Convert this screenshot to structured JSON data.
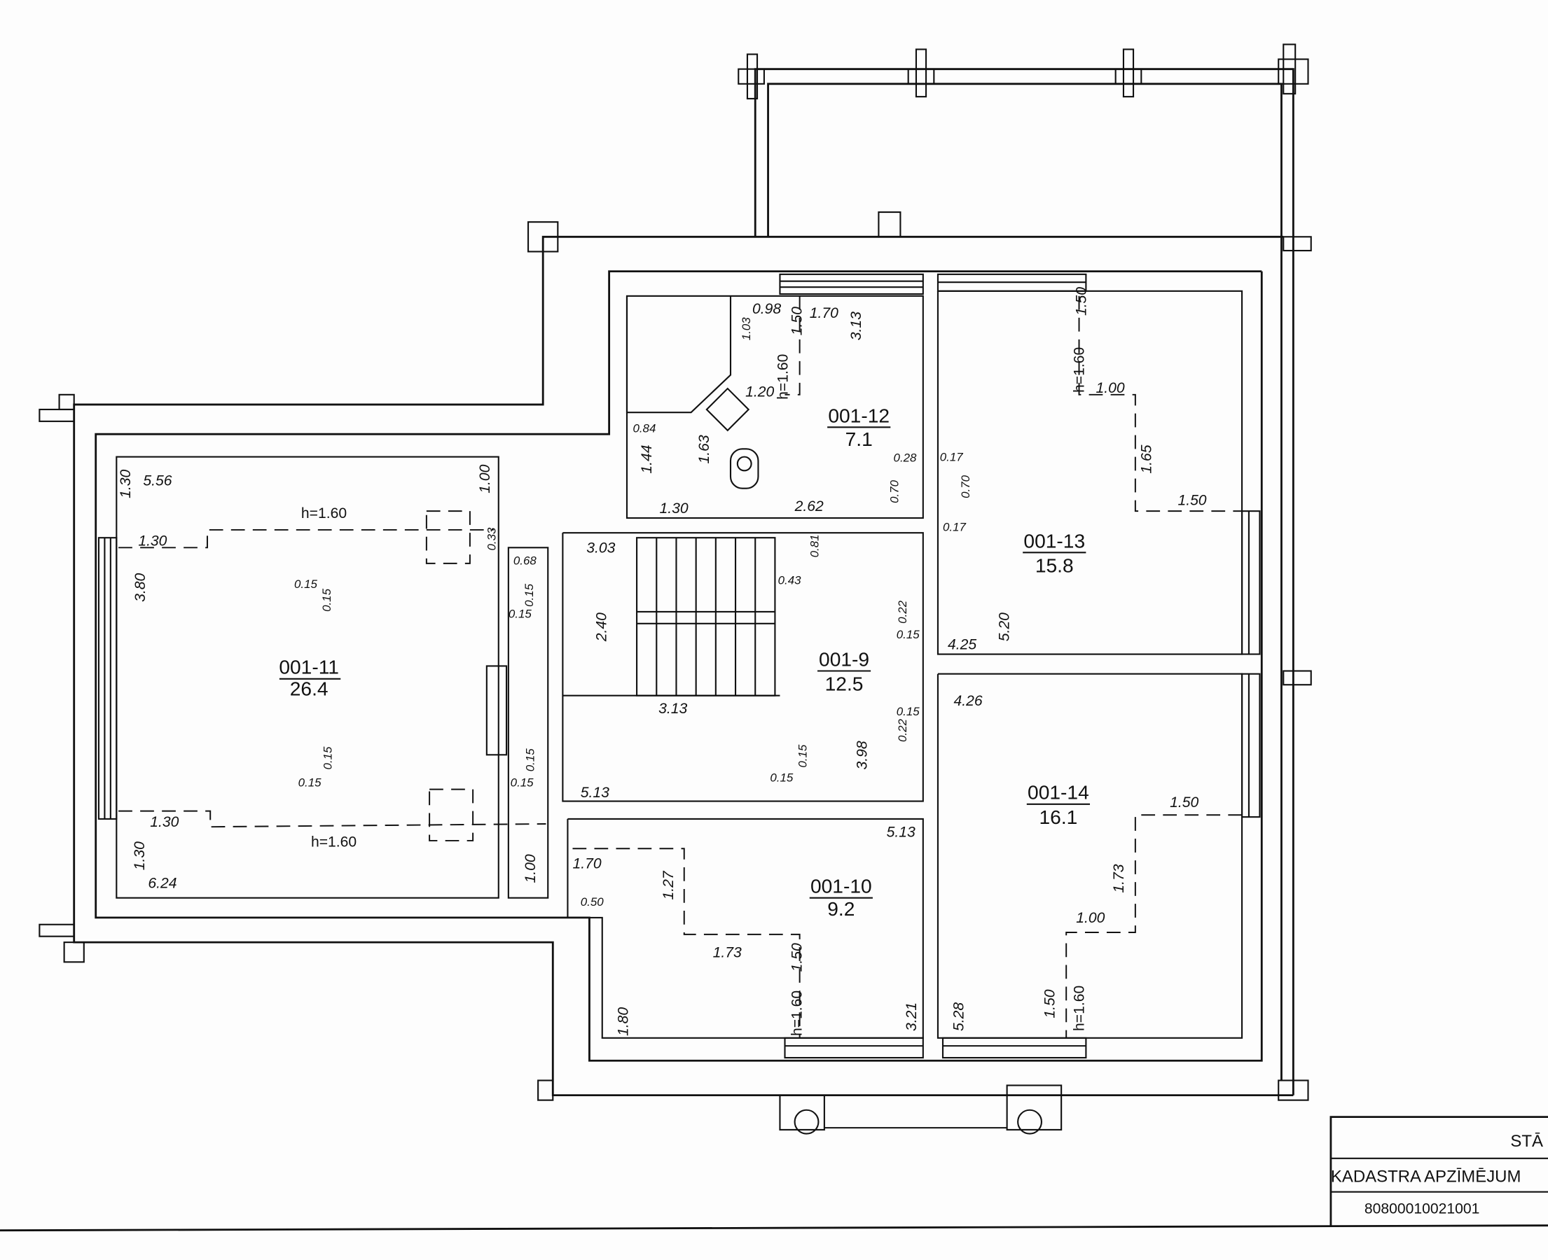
{
  "rooms": [
    {
      "id": "001-11",
      "area": "26.4"
    },
    {
      "id": "001-12",
      "area": "7.1"
    },
    {
      "id": "001-13",
      "area": "15.8"
    },
    {
      "id": "001-9",
      "area": "12.5"
    },
    {
      "id": "001-14",
      "area": "16.1"
    },
    {
      "id": "001-10",
      "area": "9.2"
    }
  ],
  "dims": {
    "r11": [
      "1.30",
      "5.56",
      "1.00",
      "h=1.60",
      "1.30",
      "0.33",
      "3.80",
      "0.15",
      "0.15",
      "0.68",
      "0.15",
      "0.15",
      "0.15",
      "0.15",
      "0.15",
      "0.15",
      "1.30",
      "h=1.60",
      "1.30",
      "6.24",
      "1.00"
    ],
    "r12": [
      "1.03",
      "0.98",
      "1.50",
      "1.70",
      "3.13",
      "h=1.60",
      "1.20",
      "0.84",
      "1.44",
      "1.63",
      "1.30",
      "2.62",
      "0.28",
      "0.70"
    ],
    "r13": [
      "1.50",
      "h=1.60",
      "1.00",
      "1.65",
      "1.50",
      "0.17",
      "0.70",
      "0.17",
      "4.25",
      "5.20"
    ],
    "r9": [
      "3.03",
      "0.81",
      "0.43",
      "2.40",
      "0.22",
      "0.15",
      "3.13",
      "0.15",
      "0.22",
      "0.15",
      "3.98",
      "0.15",
      "5.13",
      "5.13"
    ],
    "r14": [
      "4.26",
      "1.50",
      "1.73",
      "1.00",
      "1.50",
      "h=1.60",
      "5.28"
    ],
    "r10": [
      "1.70",
      "1.27",
      "0.50",
      "1.73",
      "1.50",
      "h=1.60",
      "1.80",
      "3.21"
    ]
  },
  "title_block": {
    "title": "STĀ",
    "label": "KADASTRA APZĪMĒJUM",
    "number": "80800010021001"
  }
}
